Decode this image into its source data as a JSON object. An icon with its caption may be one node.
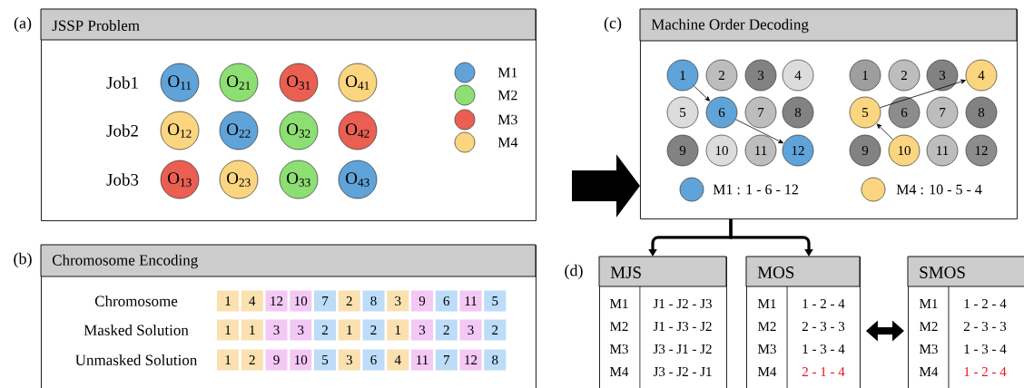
{
  "diagram": {
    "nodes": [
      {
        "text": [
          "JSSP Problem"
        ],
        "beside": [
          "(a)"
        ]
      },
      {
        "text": [
          "O$_{11}$"
        ],
        "in": 0
      },
      {
        "text": [
          "O$_{21}$"
        ],
        "in": 0
      },
      {
        "text": [
          "O$_{31}$"
        ],
        "in": 0
      },
      {
        "text": [
          "O$_{41}$"
        ],
        "in": 0
      },
      {
        "text": [
          "O$_{12}$"
        ],
        "in": 0
      },
      {
        "text": [
          "O$_{22}$"
        ],
        "in": 0
      },
      {
        "text": [
          "O$_{32}$"
        ],
        "in": 0
      },
      {
        "text": [
          "O$_{42}$"
        ],
        "in": 0
      },
      {
        "text": [
          "O$_{13}$"
        ],
        "in": 0
      },
      {
        "text": [
          "O$_{23}$"
        ],
        "in": 0
      },
      {
        "text": [
          "O$_{33}$"
        ],
        "in": 0
      },
      {
        "text": [
          "O$_{43}$"
        ],
        "in": 0
      },
      {
        "text": [
          "Chromosome Encoding"
        ],
        "beside": [
          "(b)"
        ]
      },
      {
        "text": [
          "Machine Order Decoding"
        ],
        "beside": [
          "(c)"
        ]
      },
      {
        "text": [
          "1"
        ],
        "in": 14
      },
      {
        "text": [
          "2"
        ],
        "in": 14
      },
      {
        "text": [
          "3"
        ],
        "in": 14
      },
      {
        "text": [
          "4"
        ],
        "in": 14
      },
      {
        "text": [
          "5"
        ],
        "in": 14
      },
      {
        "text": [
          "6"
        ],
        "in": 14
      },
      {
        "text": [
          "7"
        ],
        "in": 14
      },
      {
        "text": [
          "8"
        ],
        "in": 14
      },
      {
        "text": [
          "9"
        ],
        "in": 14
      },
      {
        "text": [
          "10"
        ],
        "in": 14
      },
      {
        "text": [
          "11"
        ],
        "in": 14
      },
      {
        "text": [
          "12"
        ],
        "in": 14
      },
      {
        "text": [
          "1"
        ],
        "in": 14
      },
      {
        "text": [
          "2"
        ],
        "in": 14
      },
      {
        "text": [
          "3"
        ],
        "in": 14
      },
      {
        "text": [
          "4"
        ],
        "in": 14
      },
      {
        "text": [
          "5"
        ],
        "in": 14
      },
      {
        "text": [
          "6"
        ],
        "in": 14
      },
      {
        "text": [
          "7"
        ],
        "in": 14
      },
      {
        "text": [
          "8"
        ],
        "in": 14
      },
      {
        "text": [
          "9"
        ],
        "in": 14
      },
      {
        "text": [
          "10"
        ],
        "in": 14
      },
      {
        "text": [
          "11"
        ],
        "in": 14
      },
      {
        "text": [
          "12"
        ],
        "in": 14
      },
      {
        "text": [
          "MJS"
        ]
      },
      {
        "text": [
          "MOS"
        ]
      },
      {
        "text": [
          "SMOS"
        ]
      }
    ],
    "edges": [
      {
        "from": 15,
        "to": 20,
        "arrow": "to"
      },
      {
        "from": 20,
        "to": 26,
        "arrow": "to"
      },
      {
        "from": 36,
        "to": 31,
        "arrow": "to"
      },
      {
        "from": 31,
        "to": 30,
        "arrow": "to"
      },
      {
        "from": null,
        "to": 14,
        "arrow": "to",
        "style": "thick"
      },
      {
        "from": 14,
        "to": 39,
        "arrow": "to",
        "style": "thick"
      },
      {
        "from": 14,
        "to": 40,
        "arrow": "to",
        "style": "thick"
      },
      {
        "from": 40,
        "to": 41,
        "arrow": "both",
        "style": "thick"
      }
    ],
    "labels": [
      "Job1",
      "Job2",
      "Job3",
      "Chromosome",
      "1",
      "4",
      "12",
      "10",
      "7",
      "2",
      "8",
      "3",
      "9",
      "6",
      "11",
      "5",
      "Masked Solution",
      "1",
      "1",
      "3",
      "3",
      "2",
      "1",
      "2",
      "1",
      "3",
      "2",
      "3",
      "2",
      "Unmasked Solution",
      "1",
      "2",
      "9",
      "10",
      "5",
      "3",
      "6",
      "4",
      "11",
      "7",
      "12",
      "8",
      "(d)",
      "M1",
      "J1 - J2 - J3",
      "M2",
      "J1 - J3 - J2",
      "M3",
      "J3 - J1 - J2",
      "M4",
      "J3 - J2 - J1",
      "M1",
      "1 - 2 - 4",
      "M2",
      "2 - 3 - 3",
      "M3",
      "1 - 3 - 4",
      "M4",
      "2 - 1 - 4",
      "M1",
      "1 - 2 - 4",
      "M2",
      "2 - 3 - 3",
      "M3",
      "1 - 3 - 4",
      "M4",
      "1 - 2 - 4"
    ],
    "legend": [
      {
        "text": "M1",
        "color": "#5fa3d9"
      },
      {
        "text": "M2",
        "color": "#8ddf73"
      },
      {
        "text": "M3",
        "color": "#ea5f52"
      },
      {
        "text": "M4",
        "color": "#fbd57f"
      },
      {
        "text": "M1 : 1 - 6 - 12",
        "color": "#5fa3d9"
      },
      {
        "text": "M4 : 10 - 5 - 4",
        "color": "#fbd57f"
      }
    ]
  }
}
